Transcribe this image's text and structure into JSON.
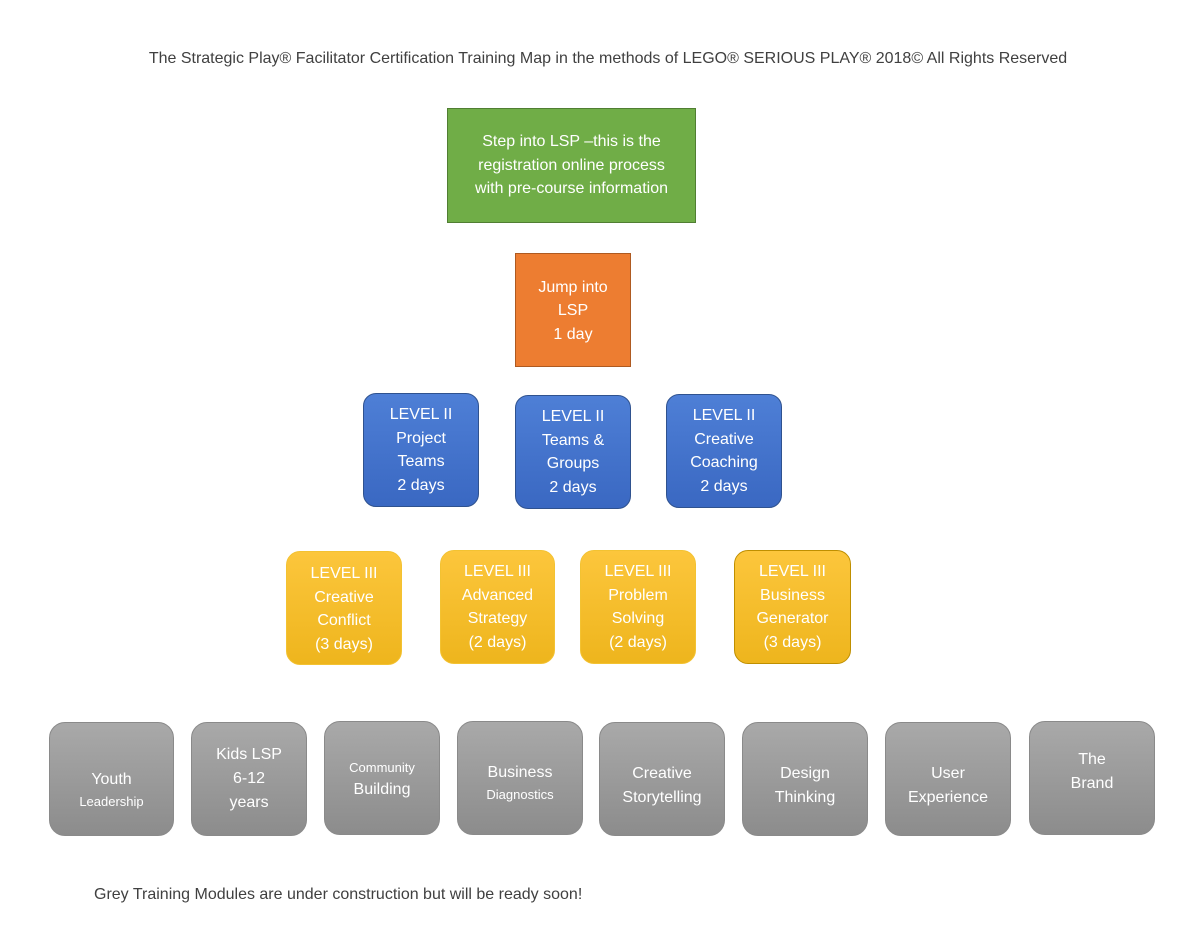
{
  "title": "The Strategic Play® Facilitator Certification Training Map in the methods of LEGO® SERIOUS PLAY® 2018© All Rights Reserved",
  "step": {
    "line1": "Step into LSP –this is the",
    "line2": "registration online process",
    "line3": "with pre-course information"
  },
  "jump": {
    "line1": "Jump into",
    "line2": "LSP",
    "line3": "1 day"
  },
  "level2": [
    {
      "level": "LEVEL II",
      "name1": "Project",
      "name2": "Teams",
      "duration": "2 days"
    },
    {
      "level": "LEVEL II",
      "name1": "Teams &",
      "name2": "Groups",
      "duration": "2 days"
    },
    {
      "level": "LEVEL II",
      "name1": "Creative",
      "name2": "Coaching",
      "duration": "2 days"
    }
  ],
  "level3": [
    {
      "level": "LEVEL III",
      "name1": "Creative",
      "name2": "Conflict",
      "duration": "(3 days)"
    },
    {
      "level": "LEVEL III",
      "name1": "Advanced",
      "name2": "Strategy",
      "duration": "(2 days)"
    },
    {
      "level": "LEVEL III",
      "name1": "Problem",
      "name2": "Solving",
      "duration": "(2 days)"
    },
    {
      "level": "LEVEL III",
      "name1": "Business",
      "name2": "Generator",
      "duration": "(3 days)"
    }
  ],
  "modules": [
    {
      "line1": "Youth",
      "line2": "Leadership"
    },
    {
      "line1": "Kids LSP",
      "line2": "6-12",
      "line3": "years"
    },
    {
      "line1": "Community",
      "line2": "Building"
    },
    {
      "line1": "Business",
      "line2": "Diagnostics"
    },
    {
      "line1": "Creative",
      "line2": "Storytelling"
    },
    {
      "line1": "Design",
      "line2": "Thinking"
    },
    {
      "line1": "User",
      "line2": "Experience"
    },
    {
      "line1": "The",
      "line2": "Brand"
    }
  ],
  "footer": "Grey Training Modules are under construction but will be ready soon!",
  "colors": {
    "step": "#70ad47",
    "jump": "#ed7d31",
    "level2": "#4472c4",
    "level3": "#ffc000",
    "modules": "#a5a5a5"
  }
}
